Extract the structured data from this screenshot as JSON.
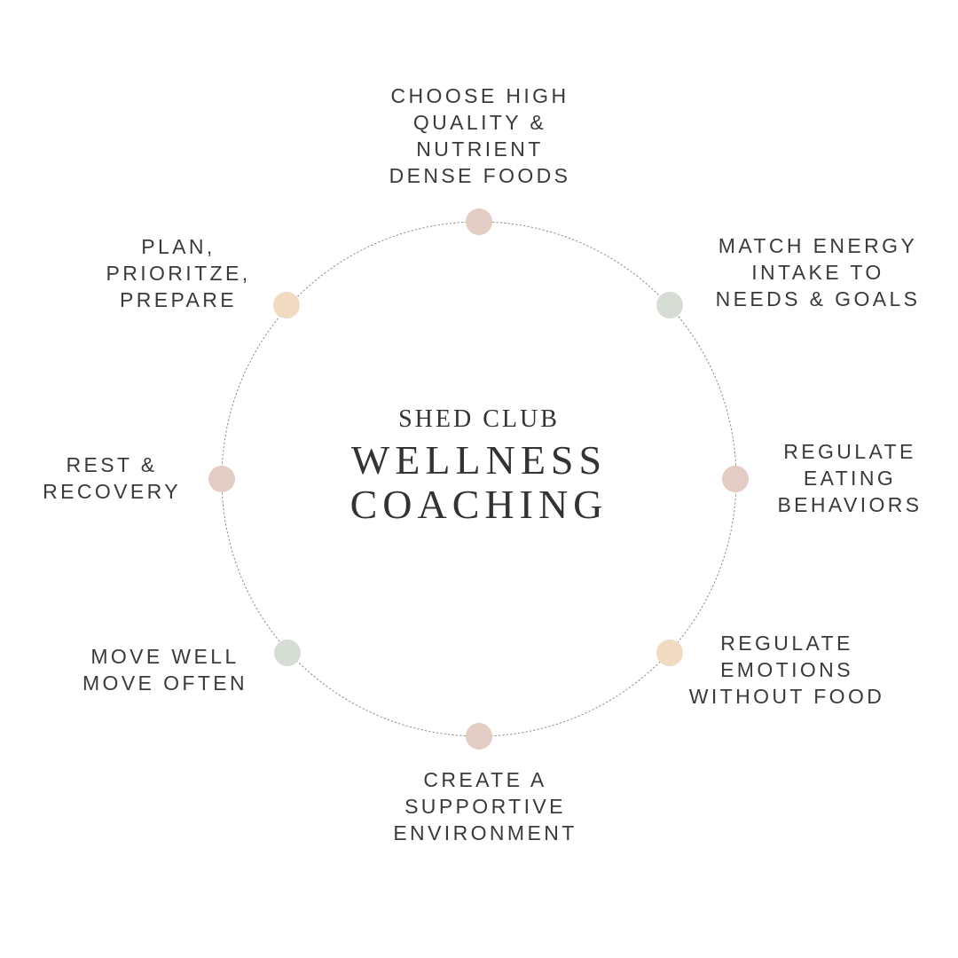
{
  "title": {
    "brand": "SHED CLUB",
    "line1": "WELLNESS",
    "line2": "COACHING"
  },
  "nodes": [
    {
      "lines": [
        "CHOOSE HIGH",
        "QUALITY &",
        "NUTRIENT",
        "DENSE FOODS"
      ],
      "color": "#e2ccc4"
    },
    {
      "lines": [
        "MATCH ENERGY",
        "INTAKE TO",
        "NEEDS & GOALS"
      ],
      "color": "#d6ddd4"
    },
    {
      "lines": [
        "REGULATE",
        "EATING",
        "BEHAVIORS"
      ],
      "color": "#e2ccc4"
    },
    {
      "lines": [
        "REGULATE",
        "EMOTIONS",
        "WITHOUT FOOD"
      ],
      "color": "#f1d9c2"
    },
    {
      "lines": [
        "CREATE A",
        "SUPPORTIVE",
        "ENVIRONMENT"
      ],
      "color": "#e2ccc4"
    },
    {
      "lines": [
        "MOVE WELL",
        "MOVE OFTEN"
      ],
      "color": "#d6ddd4"
    },
    {
      "lines": [
        "REST &",
        "RECOVERY"
      ],
      "color": "#e2ccc4"
    },
    {
      "lines": [
        "PLAN,",
        "PRIORITZE,",
        "PREPARE"
      ],
      "color": "#f1d9c2"
    }
  ]
}
